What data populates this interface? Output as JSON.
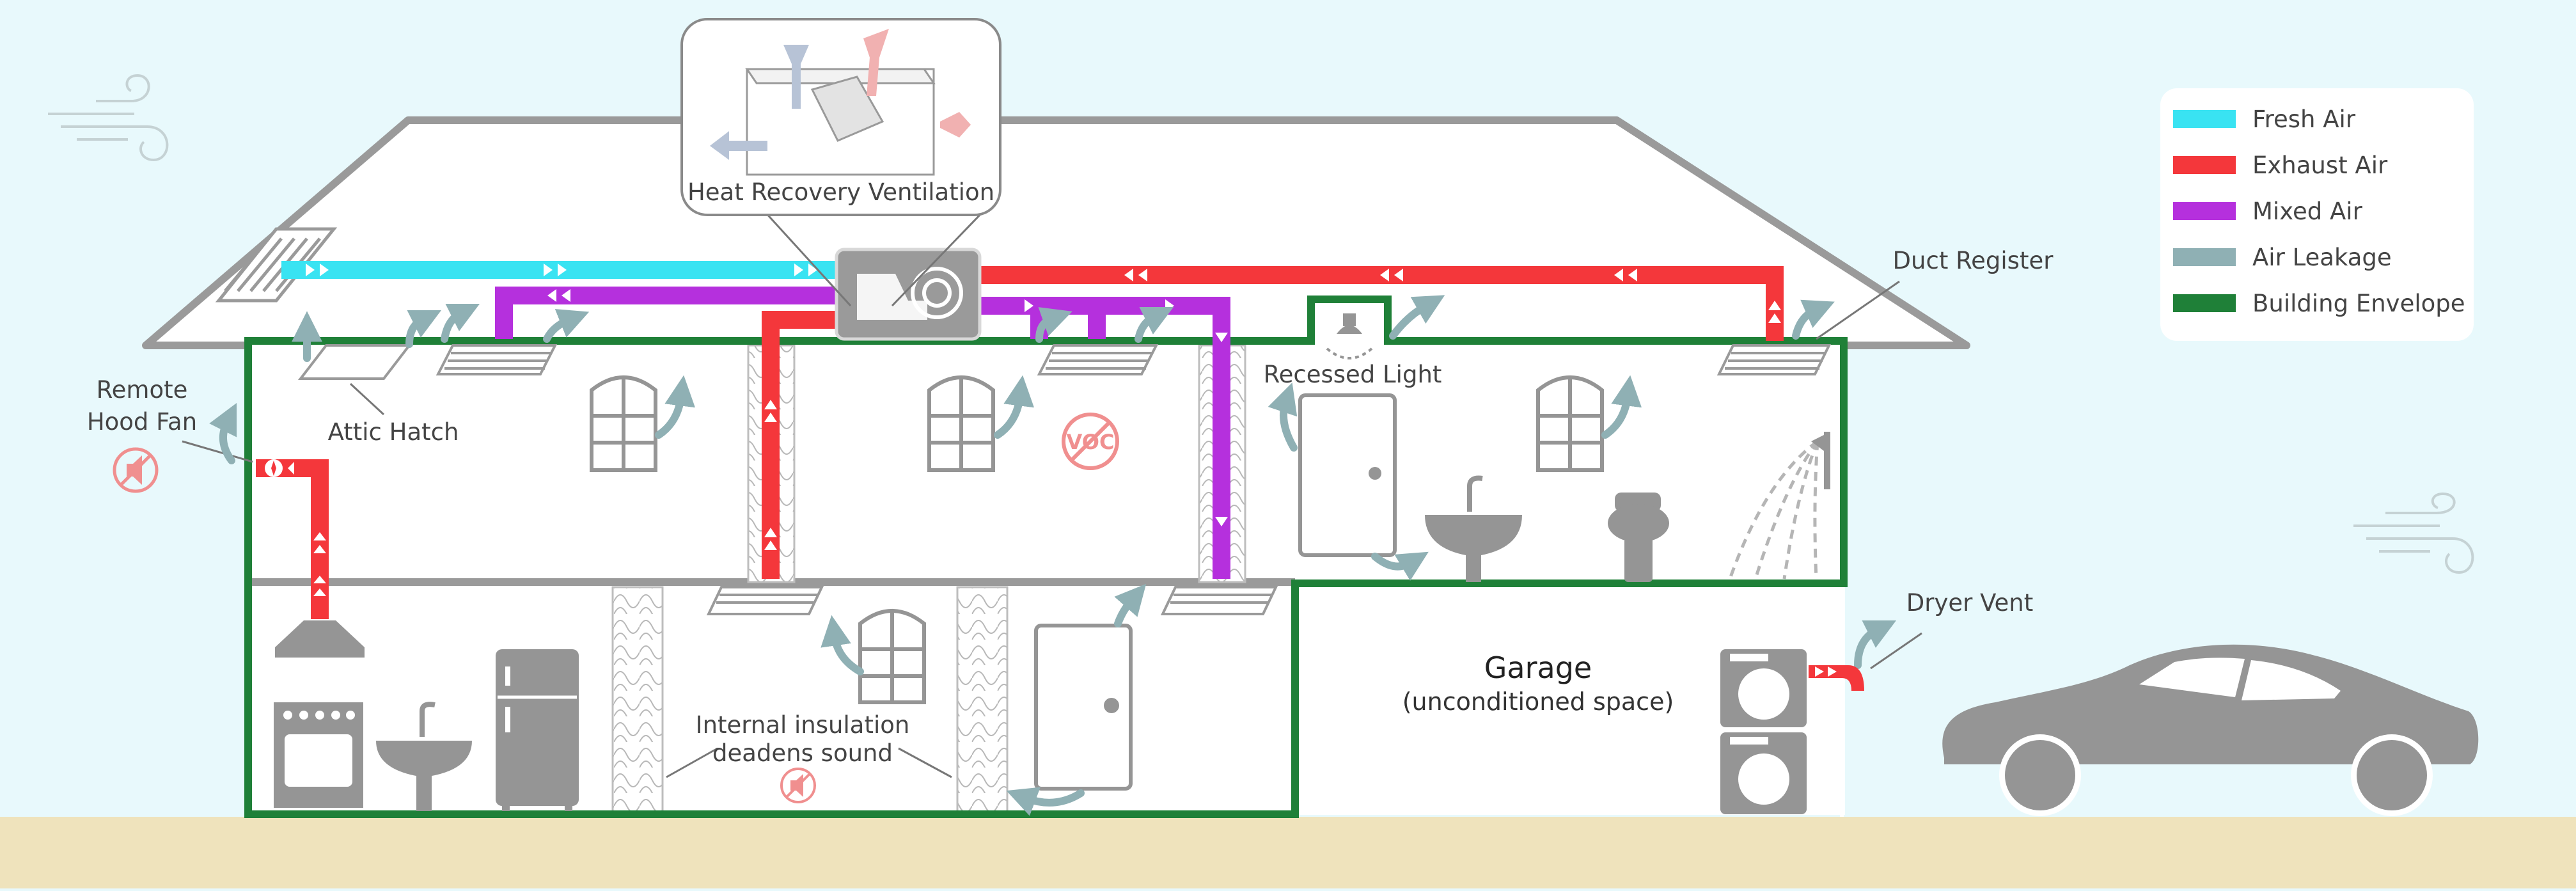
{
  "diagram": {
    "hrv": {
      "label": "Heat Recovery Ventilation"
    },
    "labels": {
      "duct_register": "Duct Register",
      "remote_hood_fan_line1": "Remote",
      "remote_hood_fan_line2": "Hood Fan",
      "attic_hatch": "Attic Hatch",
      "recessed_light": "Recessed Light",
      "dryer_vent": "Dryer Vent",
      "internal_insulation_line1": "Internal insulation",
      "internal_insulation_line2": "deadens sound",
      "voc": "VOC"
    },
    "garage": {
      "title": "Garage",
      "subtitle": "(unconditioned space)"
    },
    "legend": [
      {
        "label": "Fresh Air",
        "color": "#39e3f2"
      },
      {
        "label": "Exhaust Air",
        "color": "#f4373b"
      },
      {
        "label": "Mixed Air",
        "color": "#b530dd"
      },
      {
        "label": "Air Leakage",
        "color": "#8fb0b4"
      },
      {
        "label": "Building Envelope",
        "color": "#1f8038"
      }
    ],
    "colors": {
      "sky": "#e8f9fc",
      "ground": "#efe3bc",
      "outline": "#9a9a9a",
      "fixture": "#959595",
      "envelope": "#1f8038",
      "fresh": "#39e3f2",
      "exhaust": "#f4373b",
      "mixed": "#b530dd",
      "leak": "#8fb0b4"
    }
  }
}
